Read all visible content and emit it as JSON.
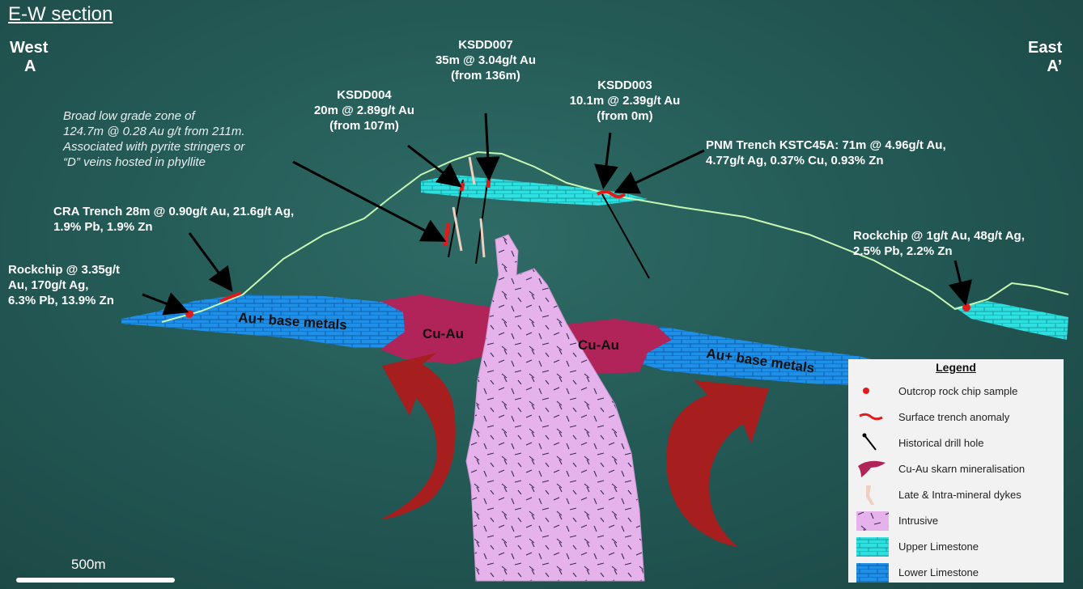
{
  "title": "E-W section",
  "west": {
    "name": "West",
    "marker": "A"
  },
  "east": {
    "name": "East",
    "marker": "A’"
  },
  "annotations": {
    "ksdd007": {
      "l1": "KSDD007",
      "l2": "35m @ 3.04g/t Au",
      "l3": "(from 136m)"
    },
    "ksdd004": {
      "l1": "KSDD004",
      "l2": "20m @ 2.89g/t Au",
      "l3": "(from 107m)"
    },
    "ksdd003": {
      "l1": "KSDD003",
      "l2": "10.1m @ 2.39g/t Au",
      "l3": "(from 0m)"
    },
    "broad": {
      "l1": "Broad low grade zone of",
      "l2": "124.7m @ 0.28 Au g/t from 211m.",
      "l3": "Associated with pyrite stringers or",
      "l4": "“D” veins hosted in phyllite"
    },
    "pnm": {
      "l1": "PNM Trench KSTC45A: 71m @ 4.96g/t Au,",
      "l2": "4.77g/t Ag, 0.37% Cu, 0.93% Zn"
    },
    "cra": {
      "l1": "CRA Trench 28m @ 0.90g/t Au, 21.6g/t Ag,",
      "l2": "1.9% Pb, 1.9% Zn"
    },
    "rock_west": {
      "l1": "Rockchip @ 3.35g/t",
      "l2": "Au, 170g/t Ag,",
      "l3": "6.3% Pb, 13.9% Zn"
    },
    "rock_east": {
      "l1": "Rockchip @ 1g/t Au, 48g/t Ag,",
      "l2": "2.5% Pb, 2.2% Zn"
    }
  },
  "units": {
    "base_west": "Au+ base metals",
    "cuau_left": "Cu-Au",
    "cuau_right": "Cu-Au",
    "base_east": "Au+ base metals"
  },
  "legend": {
    "title": "Legend",
    "items": [
      {
        "label": "Outcrop rock chip sample",
        "icon": "red-dot"
      },
      {
        "label": "Surface trench anomaly",
        "icon": "red-squiggle"
      },
      {
        "label": "Historical drill hole",
        "icon": "drill-line"
      },
      {
        "label": "Cu-Au skarn mineralisation",
        "icon": "skarn-shape"
      },
      {
        "label": "Late & Intra-mineral dykes",
        "icon": "dyke-shape"
      },
      {
        "label": "Intrusive",
        "icon": "intrusive-swatch"
      },
      {
        "label": "Upper Limestone",
        "icon": "upper-limestone-swatch"
      },
      {
        "label": "Lower Limestone",
        "icon": "lower-limestone-swatch"
      }
    ]
  },
  "scale": {
    "label": "500m"
  },
  "colors": {
    "background": "#265d59",
    "upper_limestone": "#2fe0e0",
    "lower_limestone": "#1f8fe8",
    "skarn": "#b0245a",
    "intrusive": "#e6b2ec",
    "arrow": "#a61e1e",
    "sample_red": "#e01b1b"
  }
}
